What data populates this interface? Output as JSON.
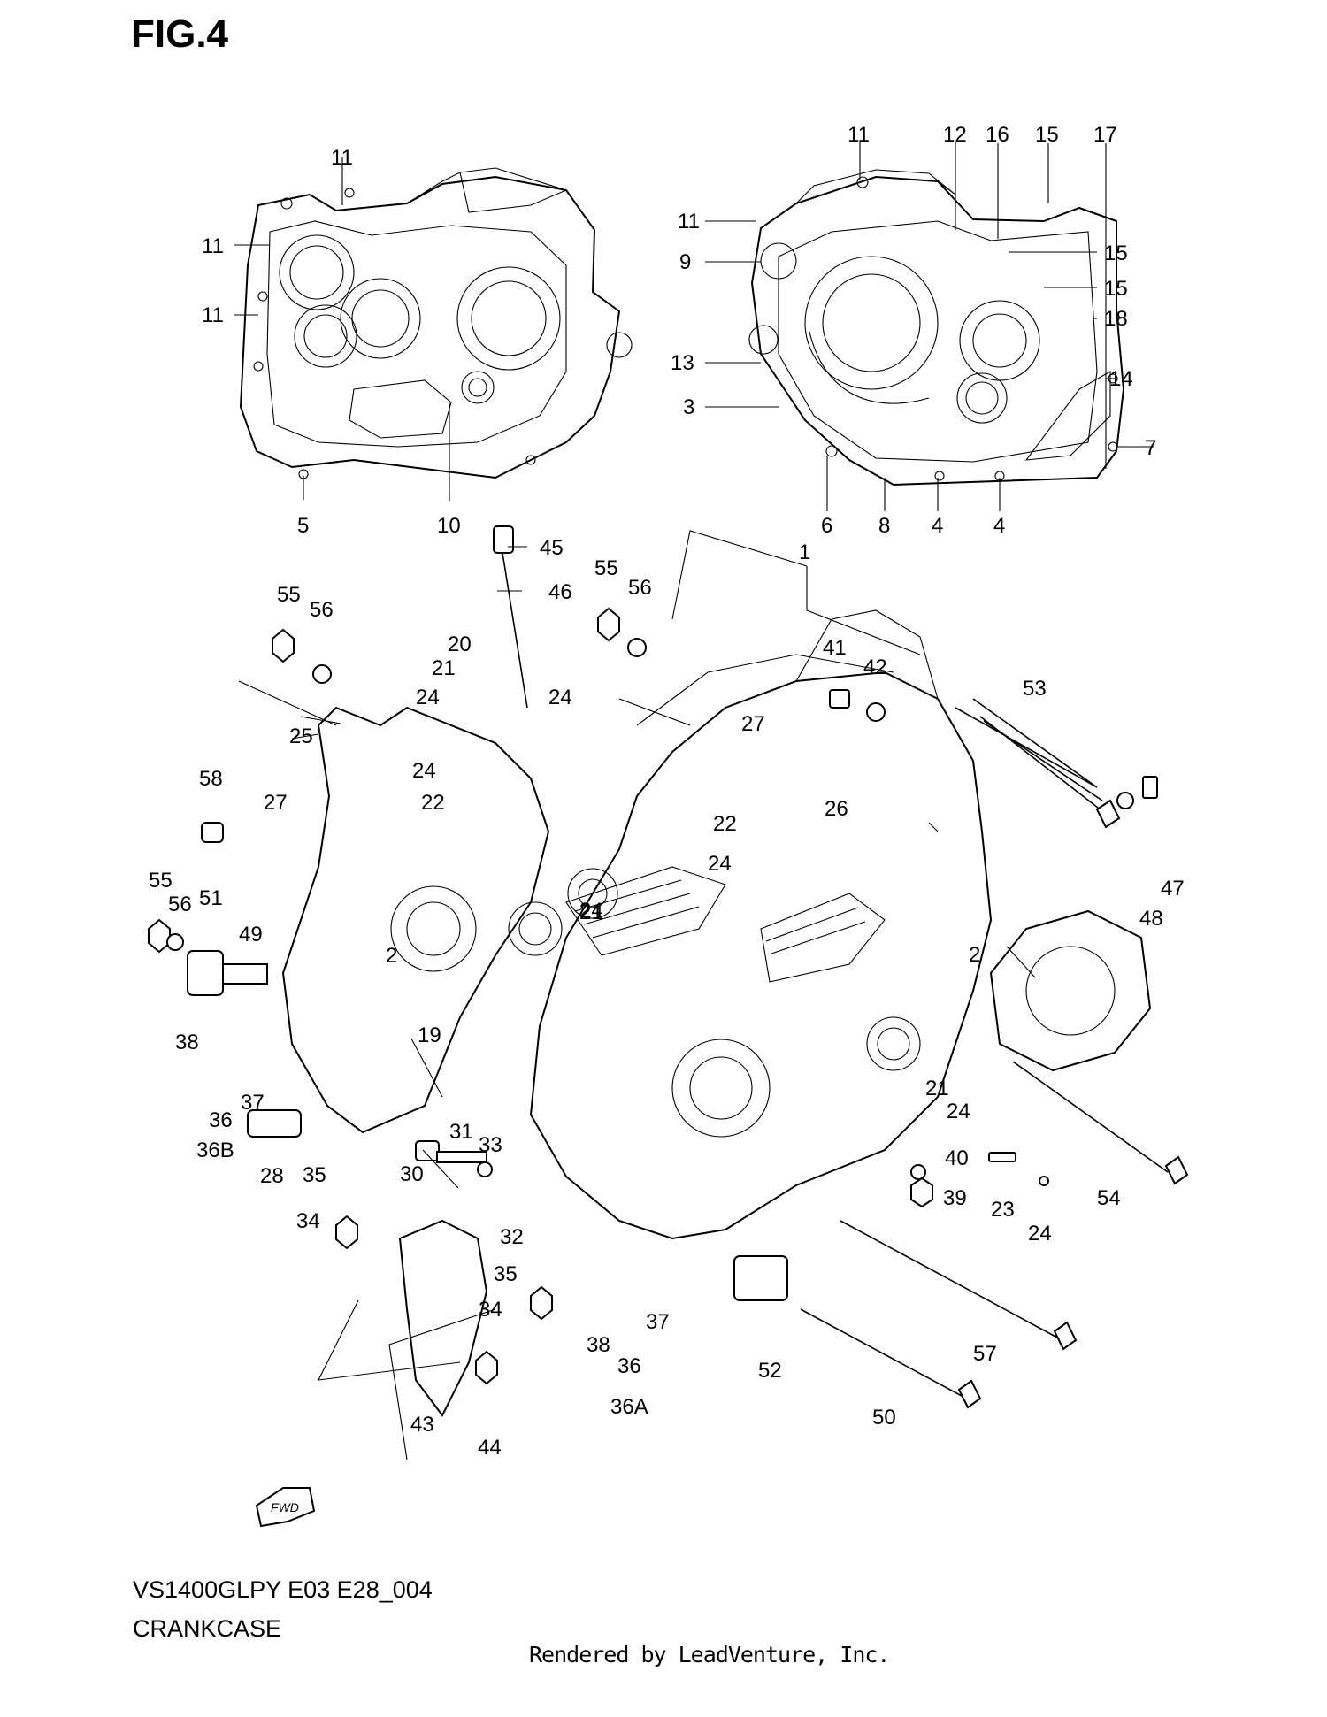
{
  "figure": {
    "title": "FIG.4",
    "model": "VS1400GLPY E03 E28_004",
    "section": "CRANKCASE",
    "credit": "Rendered by LeadVenture, Inc.",
    "fwd_label": "FWD"
  },
  "callouts": [
    {
      "id": "c01",
      "label": "11"
    },
    {
      "id": "c02",
      "label": "11"
    },
    {
      "id": "c03",
      "label": "11"
    },
    {
      "id": "c04",
      "label": "5"
    },
    {
      "id": "c05",
      "label": "10"
    },
    {
      "id": "c06",
      "label": "11"
    },
    {
      "id": "c07",
      "label": "12"
    },
    {
      "id": "c08",
      "label": "16"
    },
    {
      "id": "c09",
      "label": "15"
    },
    {
      "id": "c10",
      "label": "17"
    },
    {
      "id": "c11",
      "label": "11"
    },
    {
      "id": "c12",
      "label": "15"
    },
    {
      "id": "c13",
      "label": "9"
    },
    {
      "id": "c14",
      "label": "15"
    },
    {
      "id": "c15",
      "label": "18"
    },
    {
      "id": "c16",
      "label": "13"
    },
    {
      "id": "c17",
      "label": "14"
    },
    {
      "id": "c18",
      "label": "3"
    },
    {
      "id": "c19",
      "label": "7"
    },
    {
      "id": "c20",
      "label": "6"
    },
    {
      "id": "c21",
      "label": "8"
    },
    {
      "id": "c22",
      "label": "4"
    },
    {
      "id": "c23",
      "label": "4"
    },
    {
      "id": "c24",
      "label": "45"
    },
    {
      "id": "c25",
      "label": "46"
    },
    {
      "id": "c26",
      "label": "1"
    },
    {
      "id": "c27",
      "label": "55"
    },
    {
      "id": "c28",
      "label": "56"
    },
    {
      "id": "c29",
      "label": "55"
    },
    {
      "id": "c30",
      "label": "56"
    },
    {
      "id": "c31",
      "label": "20"
    },
    {
      "id": "c32",
      "label": "21"
    },
    {
      "id": "c33",
      "label": "24"
    },
    {
      "id": "c34",
      "label": "24"
    },
    {
      "id": "c35",
      "label": "41"
    },
    {
      "id": "c36",
      "label": "42"
    },
    {
      "id": "c37",
      "label": "53"
    },
    {
      "id": "c38",
      "label": "25"
    },
    {
      "id": "c39",
      "label": "27"
    },
    {
      "id": "c40",
      "label": "24"
    },
    {
      "id": "c41",
      "label": "58"
    },
    {
      "id": "c42",
      "label": "27"
    },
    {
      "id": "c43",
      "label": "22"
    },
    {
      "id": "c44",
      "label": "26"
    },
    {
      "id": "c45",
      "label": "22"
    },
    {
      "id": "c46",
      "label": "24"
    },
    {
      "id": "c47",
      "label": "47"
    },
    {
      "id": "c48",
      "label": "55"
    },
    {
      "id": "c49",
      "label": "56"
    },
    {
      "id": "c50",
      "label": "51"
    },
    {
      "id": "c51",
      "label": "49"
    },
    {
      "id": "c52",
      "label": "21"
    },
    {
      "id": "c53",
      "label": "24"
    },
    {
      "id": "c54",
      "label": "48"
    },
    {
      "id": "c55",
      "label": "2"
    },
    {
      "id": "c56",
      "label": "2"
    },
    {
      "id": "c57",
      "label": "19"
    },
    {
      "id": "c58",
      "label": "38"
    },
    {
      "id": "c59",
      "label": "37"
    },
    {
      "id": "c60",
      "label": "36"
    },
    {
      "id": "c61",
      "label": "36B"
    },
    {
      "id": "c62",
      "label": "28"
    },
    {
      "id": "c63",
      "label": "31"
    },
    {
      "id": "c64",
      "label": "33"
    },
    {
      "id": "c65",
      "label": "35"
    },
    {
      "id": "c66",
      "label": "30"
    },
    {
      "id": "c67",
      "label": "34"
    },
    {
      "id": "c68",
      "label": "32"
    },
    {
      "id": "c69",
      "label": "21"
    },
    {
      "id": "c70",
      "label": "24"
    },
    {
      "id": "c71",
      "label": "40"
    },
    {
      "id": "c72",
      "label": "39"
    },
    {
      "id": "c73",
      "label": "23"
    },
    {
      "id": "c74",
      "label": "24"
    },
    {
      "id": "c75",
      "label": "54"
    },
    {
      "id": "c76",
      "label": "35"
    },
    {
      "id": "c77",
      "label": "34"
    },
    {
      "id": "c78",
      "label": "37"
    },
    {
      "id": "c79",
      "label": "38"
    },
    {
      "id": "c80",
      "label": "36"
    },
    {
      "id": "c81",
      "label": "36A"
    },
    {
      "id": "c82",
      "label": "52"
    },
    {
      "id": "c83",
      "label": "57"
    },
    {
      "id": "c84",
      "label": "43"
    },
    {
      "id": "c85",
      "label": "44"
    },
    {
      "id": "c86",
      "label": "50"
    }
  ]
}
